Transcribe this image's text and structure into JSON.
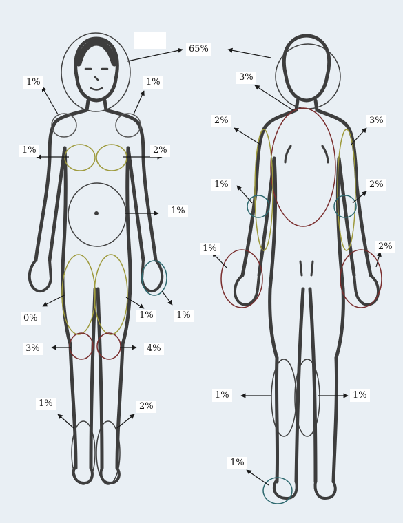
{
  "colors": {
    "background": "#e9eff4",
    "outline": "#3d3d3d",
    "head_circle": "#404040",
    "olive": "#9e9a3c",
    "maroon": "#7a2e2e",
    "teal": "#2f6a70"
  },
  "labels": {
    "head": "65%",
    "front_shoulder_right": "1%",
    "front_shoulder_left": "1%",
    "front_breast_right": "1%",
    "front_breast_left": "2%",
    "front_abdomen": "1%",
    "front_thigh_right": "0%",
    "front_thigh_left": "1%",
    "front_hand_left": "1%",
    "front_knee_right": "3%",
    "front_knee_left": "4%",
    "front_foot_right": "1%",
    "front_foot_left": "2%",
    "back_neck": "3%",
    "back_shoulder_left": "2%",
    "back_shoulder_right": "3%",
    "back_elbow_left": "1%",
    "back_elbow_right": "2%",
    "back_hand_left": "1%",
    "back_hand_right": "2%",
    "back_calf_left": "1%",
    "back_calf_right": "1%",
    "back_foot": "1%"
  }
}
